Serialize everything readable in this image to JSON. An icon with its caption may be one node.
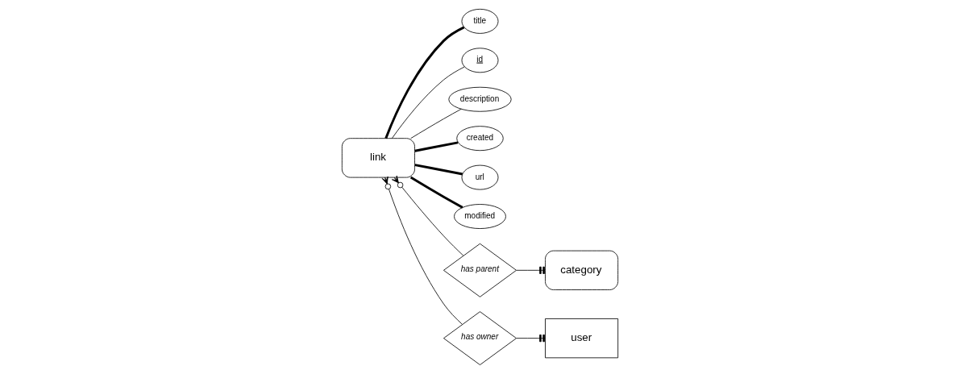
{
  "diagram": {
    "nodes": [
      {
        "text": [
          "link"
        ]
      },
      {
        "text": [
          "title"
        ]
      },
      {
        "text": [
          "id"
        ]
      },
      {
        "text": [
          "description"
        ]
      },
      {
        "text": [
          "created"
        ]
      },
      {
        "text": [
          "url"
        ]
      },
      {
        "text": [
          "modified"
        ]
      },
      {
        "text": [
          "has parent"
        ]
      },
      {
        "text": [
          "category"
        ]
      },
      {
        "text": [
          "has owner"
        ]
      },
      {
        "text": [
          "user"
        ]
      }
    ],
    "edges": [
      {
        "from": 0,
        "to": 1,
        "arrow": "none",
        "style": "thick"
      },
      {
        "from": 0,
        "to": 2,
        "arrow": "none"
      },
      {
        "from": 0,
        "to": 3,
        "arrow": "none"
      },
      {
        "from": 0,
        "to": 4,
        "arrow": "none",
        "style": "thick"
      },
      {
        "from": 0,
        "to": 5,
        "arrow": "none",
        "style": "thick"
      },
      {
        "from": 0,
        "to": 6,
        "arrow": "none",
        "style": "thick"
      },
      {
        "from": 7,
        "to": 0,
        "arrow": "other"
      },
      {
        "from": 7,
        "to": 8,
        "arrow": "other"
      },
      {
        "from": 9,
        "to": 0,
        "arrow": "other"
      },
      {
        "from": 9,
        "to": 10,
        "arrow": "other"
      }
    ]
  }
}
